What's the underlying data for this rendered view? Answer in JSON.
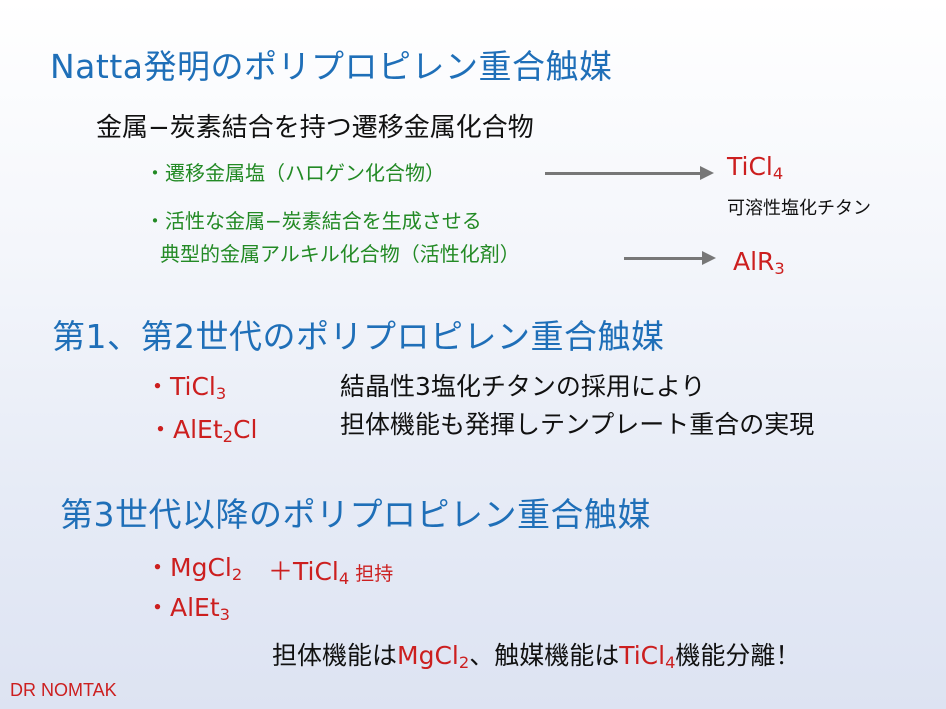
{
  "title1": "Natta発明のポリプロピレン重合触媒",
  "sub1": "金属−炭素結合を持つ遷移金属化合物",
  "bullet1": "・遷移金属塩（ハロゲン化合物）",
  "bullet2_line1": "・活性な金属−炭素結合を生成させる",
  "bullet2_line2": "典型的金属アルキル化合物（活性化剤）",
  "ticl4_base": "TiCl",
  "ticl4_sub": "4",
  "ticl4_note": "可溶性塩化チタン",
  "alr3_base": "AlR",
  "alr3_sub": "3",
  "title2": "第1、第2世代のポリプロピレン重合触媒",
  "g2_item1_base": "・TiCl",
  "g2_item1_sub": "3",
  "g2_item2_base": "・AlEt",
  "g2_item2_sub": "2",
  "g2_item2_tail": "Cl",
  "g2_desc1": "結晶性3塩化チタンの採用により",
  "g2_desc2": "担体機能も発揮しテンプレート重合の実現",
  "title3": "第3世代以降のポリプロピレン重合触媒",
  "g3_item1_base": "・MgCl",
  "g3_item1_sub": "2",
  "g3_plus_base": "＋TiCl",
  "g3_plus_sub": "4",
  "g3_support": "担持",
  "g3_item2_base": "・AlEt",
  "g3_item2_sub": "3",
  "sum_a": "担体機能は",
  "sum_mg_base": "MgCl",
  "sum_mg_sub": "2",
  "sum_b": "、触媒機能は",
  "sum_ti_base": "TiCl",
  "sum_ti_sub": "4",
  "sum_c": "機能分離！",
  "footer": "DR NOMTAK",
  "colors": {
    "heading": "#1f6fb8",
    "accent": "#cc1f1f",
    "bullet": "#238a25",
    "arrow": "#777777"
  }
}
